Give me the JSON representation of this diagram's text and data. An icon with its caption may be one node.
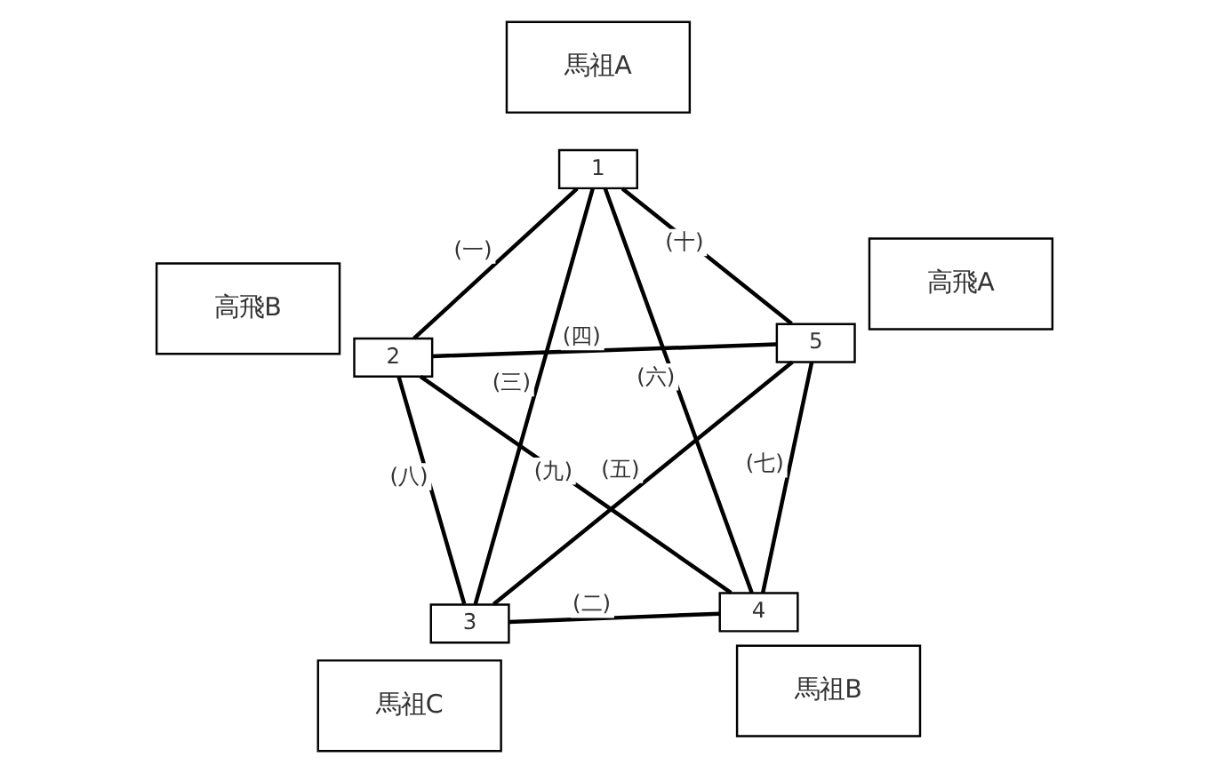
{
  "diagram": {
    "nodes": [
      {
        "text": [
          "馬祖A"
        ]
      },
      {
        "text": [
          "1"
        ]
      },
      {
        "text": [
          "高飛B"
        ]
      },
      {
        "text": [
          "2"
        ]
      },
      {
        "text": [
          "馬祖C"
        ]
      },
      {
        "text": [
          "3"
        ]
      },
      {
        "text": [
          "4"
        ]
      },
      {
        "text": [
          "5"
        ]
      },
      {
        "text": [
          "馬祖B"
        ]
      },
      {
        "text": [
          "高飛A"
        ]
      }
    ],
    "edges": [
      {
        "from": 1,
        "to": 3,
        "arrow": "none",
        "label": "(一)"
      },
      {
        "from": 5,
        "to": 6,
        "arrow": "none",
        "label": "(二)"
      },
      {
        "from": 1,
        "to": 5,
        "arrow": "none",
        "label": "(三)"
      },
      {
        "from": 3,
        "to": 7,
        "arrow": "none",
        "label": "(四)"
      },
      {
        "from": 5,
        "to": 7,
        "arrow": "none",
        "label": "(五)"
      },
      {
        "from": 1,
        "to": 6,
        "arrow": "none",
        "label": "(六)"
      },
      {
        "from": 6,
        "to": 7,
        "arrow": "none",
        "label": "(七)"
      },
      {
        "from": 3,
        "to": 5,
        "arrow": "none",
        "label": "(八)"
      },
      {
        "from": 3,
        "to": 6,
        "arrow": "none",
        "label": "(九)"
      },
      {
        "from": 1,
        "to": 7,
        "arrow": "none",
        "label": "(十)"
      }
    ]
  }
}
